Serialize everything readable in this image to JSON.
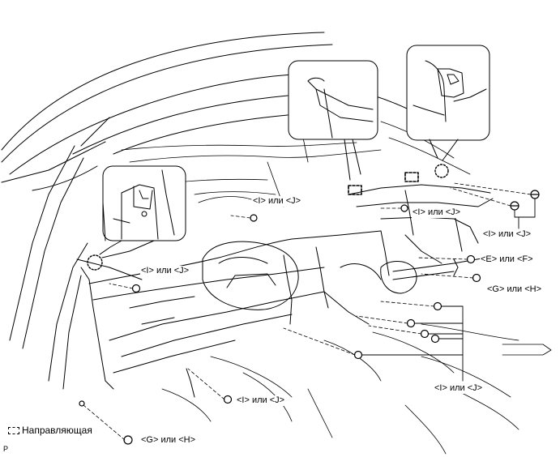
{
  "callouts": [
    {
      "id": "ij-upper-center",
      "text": "<I> или <J>"
    },
    {
      "id": "ij-upper-right",
      "text": "<I> или <J>"
    },
    {
      "id": "ij-right",
      "text": "<I> или <J>"
    },
    {
      "id": "ij-left",
      "text": "<I> или <J>"
    },
    {
      "id": "ef",
      "text": "<E> или <F>"
    },
    {
      "id": "gh-right",
      "text": "<G> или <H>"
    },
    {
      "id": "ij-lower-right",
      "text": "<I> или <J>"
    },
    {
      "id": "ij-bottom-center",
      "text": "<I> или <J>"
    },
    {
      "id": "gh-bottom",
      "text": "<G> или <H>"
    }
  ],
  "legend": {
    "label": "Направляющая"
  },
  "figure_code": "P"
}
